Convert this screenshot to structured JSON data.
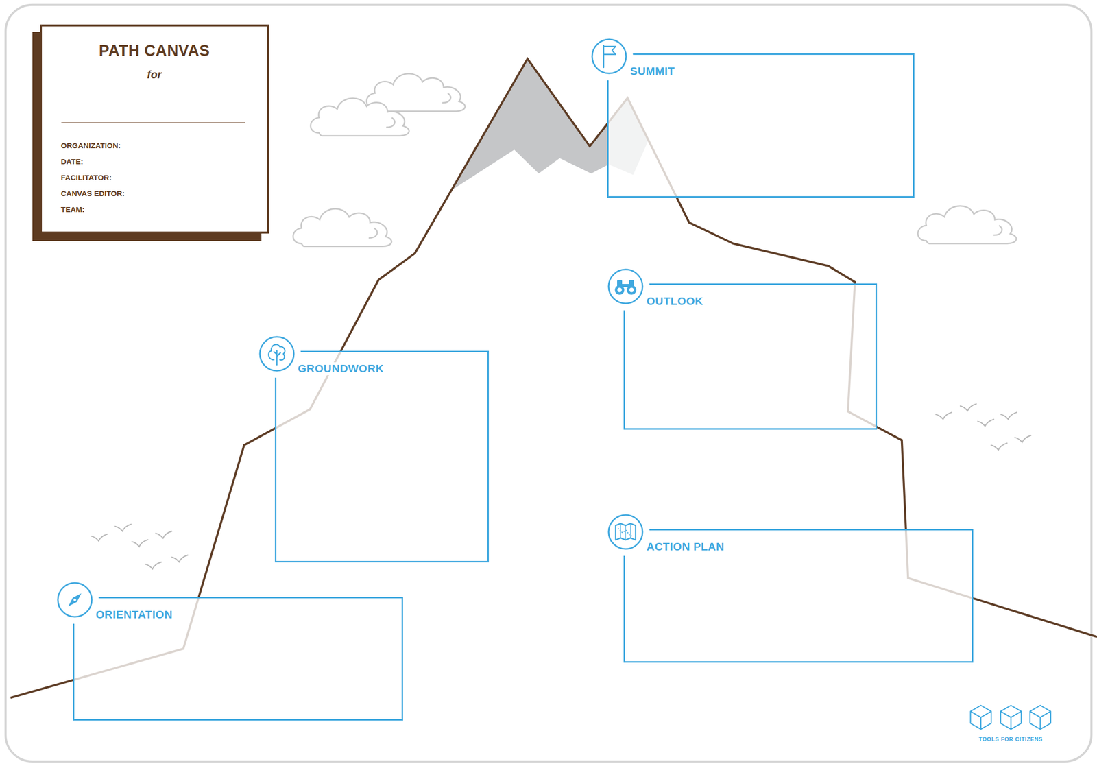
{
  "diagram": {
    "nodes": [
      {
        "text": [
          "PATH CANVAS",
          "for",
          "ORGANIZATION:",
          "DATE:",
          "FACILITATOR:",
          "CANVAS EDITOR:",
          "TEAM:"
        ]
      },
      {
        "text": [
          "ORIENTATION"
        ]
      },
      {
        "text": [
          "GROUNDWORK"
        ]
      },
      {
        "text": [
          "SUMMIT"
        ]
      },
      {
        "text": [
          "OUTLOOK"
        ]
      },
      {
        "text": [
          "ACTION PLAN"
        ]
      }
    ],
    "labels": [
      "TOOLS FOR CITIZENS"
    ]
  }
}
